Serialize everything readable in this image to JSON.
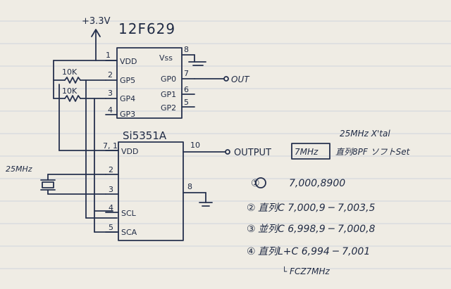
{
  "power": {
    "supply": "+3.3V"
  },
  "mcu": {
    "part": "12F629",
    "pins": {
      "vdd": "VDD",
      "gp5": "GP5",
      "gp4": "GP4",
      "gp3": "GP3",
      "vss": "Vss",
      "gp0": "GP0",
      "gp1": "GP1",
      "gp2": "GP2"
    },
    "pin_numbers": {
      "p1": "1",
      "p2": "2",
      "p3": "3",
      "p4": "4",
      "p5": "5",
      "p6": "6",
      "p7": "7",
      "p8": "8"
    }
  },
  "pullups": {
    "r1": "10K",
    "r2": "10K"
  },
  "gp0_output": "OUT",
  "synth": {
    "part": "Si5351A",
    "pins": {
      "vdd": "VDD",
      "scl": "SCL",
      "sda": "SCA"
    },
    "pin_numbers": {
      "p71": "7, 1",
      "p2": "2",
      "p3": "3",
      "p4": "4",
      "p5": "5",
      "p10": "10",
      "p8": "8"
    }
  },
  "xtal": {
    "label": "25MHz"
  },
  "output": {
    "label": "OUTPUT",
    "freq_box": "7MHz"
  },
  "notes": {
    "header_1": "25MHz X'tal",
    "header_2": "直列8PF ソフトSet",
    "rows": [
      {
        "num": "①",
        "text": "7,000,8900"
      },
      {
        "num": "②",
        "text": "直列C 7,000,9 ─ 7,003,5"
      },
      {
        "num": "③",
        "text": "並列C 6,998,9 ─ 7,000,8"
      },
      {
        "num": "④",
        "text": "直列L+C 6,994 ─ 7,001"
      }
    ],
    "footnote": "└ FCZ7MHz"
  }
}
